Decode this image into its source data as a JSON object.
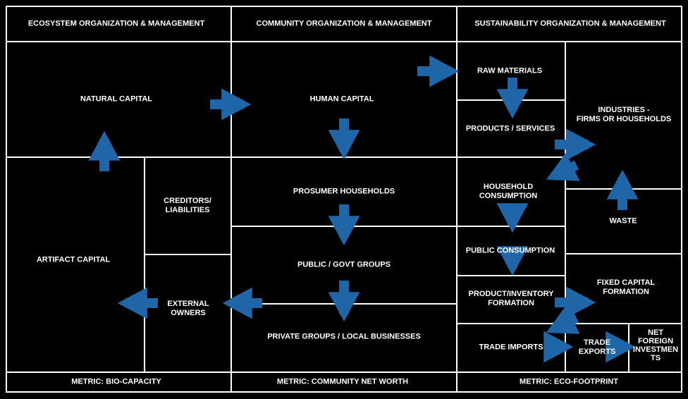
{
  "headers": {
    "ecosystem": "ECOSYSTEM ORGANIZATION & MANAGEMENT",
    "community": "COMMUNITY ORGANIZATION & MANAGEMENT",
    "sustainability": "SUSTAINABILITY ORGANIZATION & MANAGEMENT"
  },
  "ecosystem": {
    "natural_capital": "NATURAL CAPITAL",
    "artifact_capital": "ARTIFACT CAPITAL",
    "creditors_1": "CREDITORS/",
    "creditors_2": "LIABILITIES",
    "external_1": "EXTERNAL",
    "external_2": "OWNERS"
  },
  "community": {
    "human_capital": "HUMAN CAPITAL",
    "prosumer": "PROSUMER HOUSEHOLDS",
    "public_govt": "PUBLIC / GOVT GROUPS",
    "private_groups": "PRIVATE GROUPS / LOCAL BUSINESSES"
  },
  "sustainability": {
    "raw_materials": "RAW MATERIALS",
    "products_services": "PRODUCTS / SERVICES",
    "industries_1": "INDUSTRIES -",
    "industries_2": "FIRMS OR HOUSEHOLDS",
    "household_1": "HOUSEHOLD",
    "household_2": "CONSUMPTION",
    "waste": "WASTE",
    "public_consumption": "PUBLIC CONSUMPTION",
    "product_inv_1": "PRODUCT/INVENTORY",
    "product_inv_2": "FORMATION",
    "fixed_cap_1": "FIXED CAPITAL",
    "fixed_cap_2": "FORMATION",
    "trade_imports": "TRADE IMPORTS",
    "trade_exports_1": "TRADE",
    "trade_exports_2": "EXPORTS",
    "net_foreign_1": "NET",
    "net_foreign_2": "FOREIGN",
    "net_foreign_3": "INVESTMEN",
    "net_foreign_4": "TS"
  },
  "metrics": {
    "bio": "METRIC: BIO-CAPACITY",
    "community": "METRIC: COMMUNITY NET WORTH",
    "eco": "METRIC: ECO-FOOTPRINT"
  },
  "colors": {
    "arrow": "#1f66a8",
    "line": "#ffffff",
    "background": "#000000"
  }
}
